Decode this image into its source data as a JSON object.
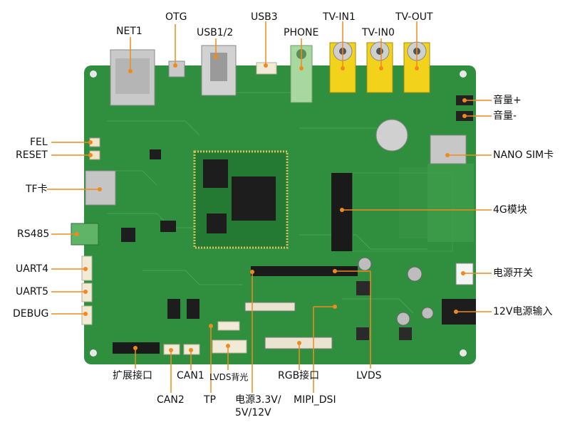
{
  "colors": {
    "board": "#2f8f3e",
    "board_dark": "#1f6e2c",
    "trace": "#4fae57",
    "leader": "#f08a1e",
    "connector_yellow": "#f2d21a",
    "silver": "#c9c9c9",
    "chip": "#1d1d1d",
    "label_text": "#111111"
  },
  "labels": {
    "net1": "NET1",
    "otg": "OTG",
    "usb12": "USB1/2",
    "usb3": "USB3",
    "phone": "PHONE",
    "tv_in1": "TV-IN1",
    "tv_in0": "TV-IN0",
    "tv_out": "TV-OUT",
    "vol_up": "音量+",
    "vol_down": "音量-",
    "fel": "FEL",
    "reset": "RESET",
    "nano_sim": "NANO SIM卡",
    "tf": "TF卡",
    "module_4g": "4G模块",
    "rs485": "RS485",
    "uart4": "UART4",
    "power_switch": "电源开关",
    "uart5": "UART5",
    "power_12v": "12V电源输入",
    "debug": "DEBUG",
    "expansion": "扩展接口",
    "can1": "CAN1",
    "lvds_backlight": "LVDS背光",
    "rgb": "RGB接口",
    "lvds": "LVDS",
    "can2": "CAN2",
    "tp": "TP",
    "power_rails_1": "电源3.3V/",
    "power_rails_2": "5V/12V",
    "mipi_dsi": "MIPI_DSI"
  }
}
